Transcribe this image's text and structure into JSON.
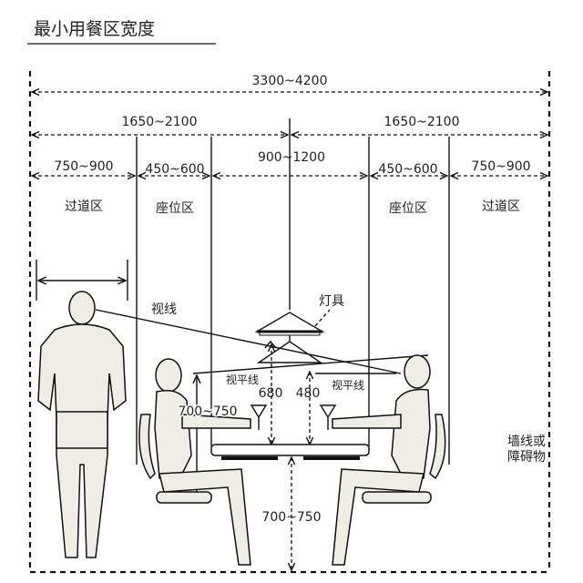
{
  "title": "最小用餐区宽度",
  "dimensions": {
    "total": "3300~4200",
    "half_left": "1650~2100",
    "half_right": "1650~2100",
    "aisle_left": "750~900",
    "seat_left": "450~600",
    "table": "900~1200",
    "seat_right": "450~600",
    "aisle_right": "750~900",
    "eye_height": "700~750",
    "table_height": "700~750",
    "lamp_left_clearance": "680",
    "lamp_right_clearance": "480"
  },
  "zones": {
    "aisle_left": "过道区",
    "seat_left": "座位区",
    "seat_right": "座位区",
    "aisle_right": "过道区"
  },
  "labels": {
    "sightline": "视线",
    "lamp": "灯具",
    "eye_level_left": "视平线",
    "eye_level_right": "视平线",
    "wall_line_1": "墙线或",
    "wall_line_2": "障碍物"
  }
}
